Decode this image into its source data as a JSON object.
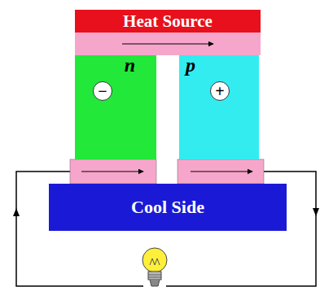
{
  "diagram": {
    "nodes": [
      {
        "text": [
          "Heat Source"
        ]
      },
      {
        "text": [
          "n"
        ]
      },
      {
        "text": [
          "−"
        ],
        "in": 1
      },
      {
        "text": [
          "p"
        ]
      },
      {
        "text": [
          "+"
        ],
        "in": 3
      },
      {
        "text": [
          "Cool Side"
        ]
      }
    ]
  }
}
